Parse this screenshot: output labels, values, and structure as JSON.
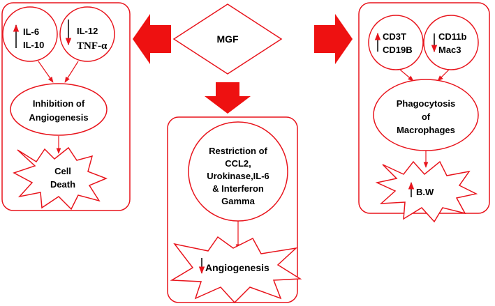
{
  "colors": {
    "stroke": "#e8141c",
    "arrow_fill": "#ee1111",
    "text": "#000000",
    "background": "#ffffff"
  },
  "center": {
    "label": "MGF"
  },
  "left_panel": {
    "circle_up": {
      "line1": "IL-6",
      "line2": "IL-10"
    },
    "circle_down": {
      "line1": "IL-12",
      "line2": "TNF-α"
    },
    "oval": {
      "line1": "Inhibition of",
      "line2": "Angiogenesis"
    },
    "burst": {
      "line1": "Cell",
      "line2": "Death"
    }
  },
  "right_panel": {
    "circle_up": {
      "line1": "CD3T",
      "line2": "CD19B"
    },
    "circle_down": {
      "line1": "CD11b",
      "line2": "Mac3"
    },
    "oval": {
      "line1": "Phagocytosis",
      "line2": "of",
      "line3": "Macrophages"
    },
    "burst": {
      "label": "B.W"
    }
  },
  "bottom_panel": {
    "circle": {
      "line1": "Restriction of",
      "line2": "CCL2,",
      "line3": "Urokinase,IL-6",
      "line4": "& Interferon",
      "line5": "Gamma"
    },
    "burst": {
      "label": "Angiogenesis"
    }
  }
}
